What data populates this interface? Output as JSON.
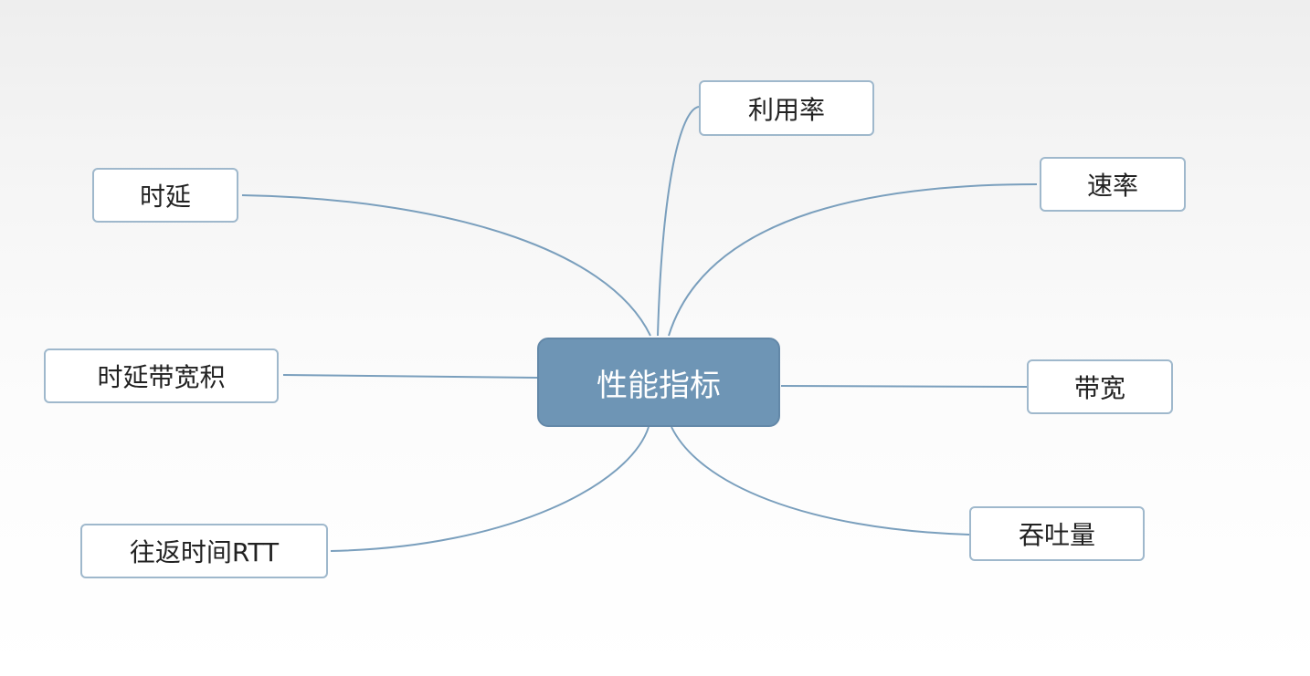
{
  "diagram": {
    "center": {
      "label": "性能指标",
      "color": "#6e95b5"
    },
    "branches": [
      {
        "id": "delay",
        "label": "时延"
      },
      {
        "id": "utilization",
        "label": "利用率"
      },
      {
        "id": "rate",
        "label": "速率"
      },
      {
        "id": "bdp",
        "label": "时延带宽积"
      },
      {
        "id": "bandwidth",
        "label": "带宽"
      },
      {
        "id": "rtt",
        "label": "往返时间RTT"
      },
      {
        "id": "throughput",
        "label": "吞吐量"
      }
    ],
    "edge_color": "#7a9fbd",
    "node_border_color": "#9fb8cc"
  }
}
